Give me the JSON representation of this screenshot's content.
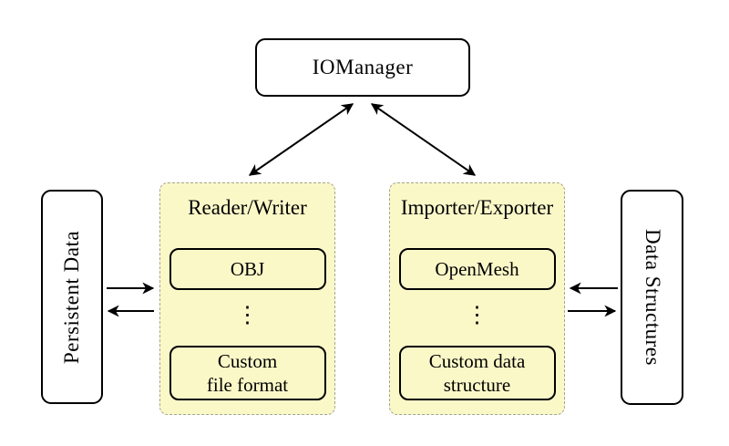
{
  "nodes": {
    "iomanager": "IOManager",
    "persistent_data": "Persistent Data",
    "data_structures": "Data Structures",
    "reader_writer": {
      "title": "Reader/Writer",
      "item_top": "OBJ",
      "ellipsis": "⋮",
      "item_bottom": "Custom\nfile format"
    },
    "importer_exporter": {
      "title": "Importer/Exporter",
      "item_top": "OpenMesh",
      "ellipsis": "⋮",
      "item_bottom": "Custom data\nstructure"
    }
  },
  "connections": {
    "iomanager_reader_writer": "bidirectional",
    "iomanager_importer_exporter": "bidirectional",
    "persistent_to_reader": "right",
    "reader_to_persistent": "left",
    "structures_to_importer": "left",
    "importer_to_structures": "right"
  },
  "colors": {
    "background": "#ffffff",
    "panel_fill": "#fbf8c8",
    "panel_dash_border": "#a3a396",
    "node_border": "#000000",
    "arrow": "#000000"
  }
}
